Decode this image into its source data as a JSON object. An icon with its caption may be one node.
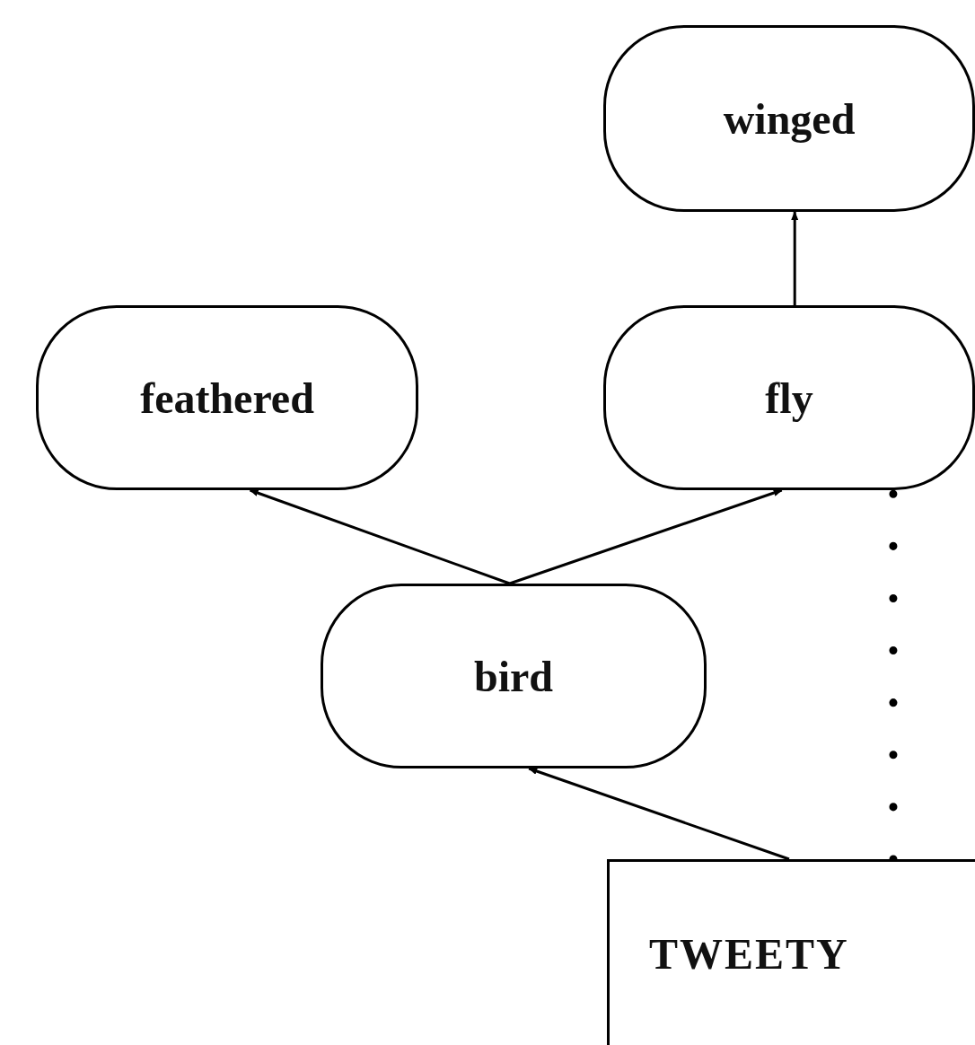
{
  "diagram": {
    "nodes": [
      {
        "text": [
          "winged"
        ]
      },
      {
        "text": [
          "feathered"
        ]
      },
      {
        "text": [
          "fly"
        ]
      },
      {
        "text": [
          "bird"
        ]
      },
      {
        "text": [
          "TWEETY"
        ]
      }
    ],
    "edges": [
      {
        "from": 2,
        "to": 0,
        "arrow": "to"
      },
      {
        "from": 3,
        "to": 1,
        "arrow": "to"
      },
      {
        "from": 3,
        "to": 2,
        "arrow": "to"
      },
      {
        "from": 4,
        "to": 3,
        "arrow": "to"
      },
      {
        "from": 4,
        "to": 2,
        "arrow": "none",
        "style": "dashed"
      }
    ]
  }
}
